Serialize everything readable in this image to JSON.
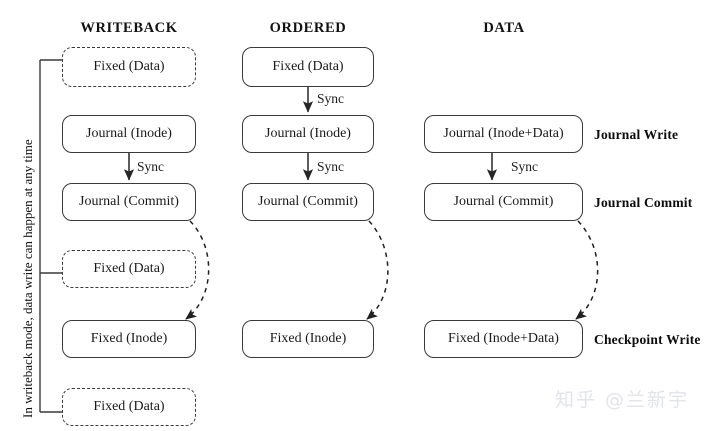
{
  "figure": {
    "title_row": {
      "columns": [
        {
          "key": "writeback",
          "label": "WRITEBACK"
        },
        {
          "key": "ordered",
          "label": "ORDERED"
        },
        {
          "key": "data",
          "label": "DATA"
        }
      ]
    },
    "stage_labels": [
      {
        "key": "journal-write",
        "label": "Journal Write"
      },
      {
        "key": "journal-commit",
        "label": "Journal Commit"
      },
      {
        "key": "checkpoint-write",
        "label": "Checkpoint Write"
      }
    ],
    "side_note": "In writeback mode, data write can happen at any time",
    "edge_labels": {
      "sync": "Sync"
    },
    "columns": {
      "writeback": {
        "nodes": [
          {
            "key": "wb-fixed-data-1",
            "label": "Fixed (Data)",
            "style": "dashed"
          },
          {
            "key": "wb-journal-inode",
            "label": "Journal (Inode)",
            "style": "solid"
          },
          {
            "key": "wb-journal-commit",
            "label": "Journal (Commit)",
            "style": "solid"
          },
          {
            "key": "wb-fixed-data-2",
            "label": "Fixed (Data)",
            "style": "dashed"
          },
          {
            "key": "wb-fixed-inode",
            "label": "Fixed (Inode)",
            "style": "solid"
          },
          {
            "key": "wb-fixed-data-3",
            "label": "Fixed (Data)",
            "style": "dashed"
          }
        ],
        "edges": [
          {
            "from": "wb-journal-inode",
            "to": "wb-journal-commit",
            "label": "Sync",
            "style": "solid"
          },
          {
            "from": "wb-journal-commit",
            "to": "wb-fixed-inode",
            "label": "",
            "style": "dashed-curve"
          }
        ]
      },
      "ordered": {
        "nodes": [
          {
            "key": "od-fixed-data",
            "label": "Fixed (Data)",
            "style": "solid"
          },
          {
            "key": "od-journal-inode",
            "label": "Journal (Inode)",
            "style": "solid"
          },
          {
            "key": "od-journal-commit",
            "label": "Journal (Commit)",
            "style": "solid"
          },
          {
            "key": "od-fixed-inode",
            "label": "Fixed (Inode)",
            "style": "solid"
          }
        ],
        "edges": [
          {
            "from": "od-fixed-data",
            "to": "od-journal-inode",
            "label": "Sync",
            "style": "solid"
          },
          {
            "from": "od-journal-inode",
            "to": "od-journal-commit",
            "label": "Sync",
            "style": "solid"
          },
          {
            "from": "od-journal-commit",
            "to": "od-fixed-inode",
            "label": "",
            "style": "dashed-curve"
          }
        ]
      },
      "data": {
        "nodes": [
          {
            "key": "dt-journal-inode-data",
            "label": "Journal (Inode+Data)",
            "style": "solid"
          },
          {
            "key": "dt-journal-commit",
            "label": "Journal (Commit)",
            "style": "solid"
          },
          {
            "key": "dt-fixed-inode-data",
            "label": "Fixed (Inode+Data)",
            "style": "solid"
          }
        ],
        "edges": [
          {
            "from": "dt-journal-inode-data",
            "to": "dt-journal-commit",
            "label": "Sync",
            "style": "solid"
          },
          {
            "from": "dt-journal-commit",
            "to": "dt-fixed-inode-data",
            "label": "",
            "style": "dashed-curve"
          }
        ]
      }
    },
    "watermark": "知乎 @兰新宇",
    "colors": {
      "background": "#ffffff",
      "stroke": "#3a3a3a",
      "text": "#1a1a1a",
      "watermark": "#e3e4e8"
    }
  }
}
